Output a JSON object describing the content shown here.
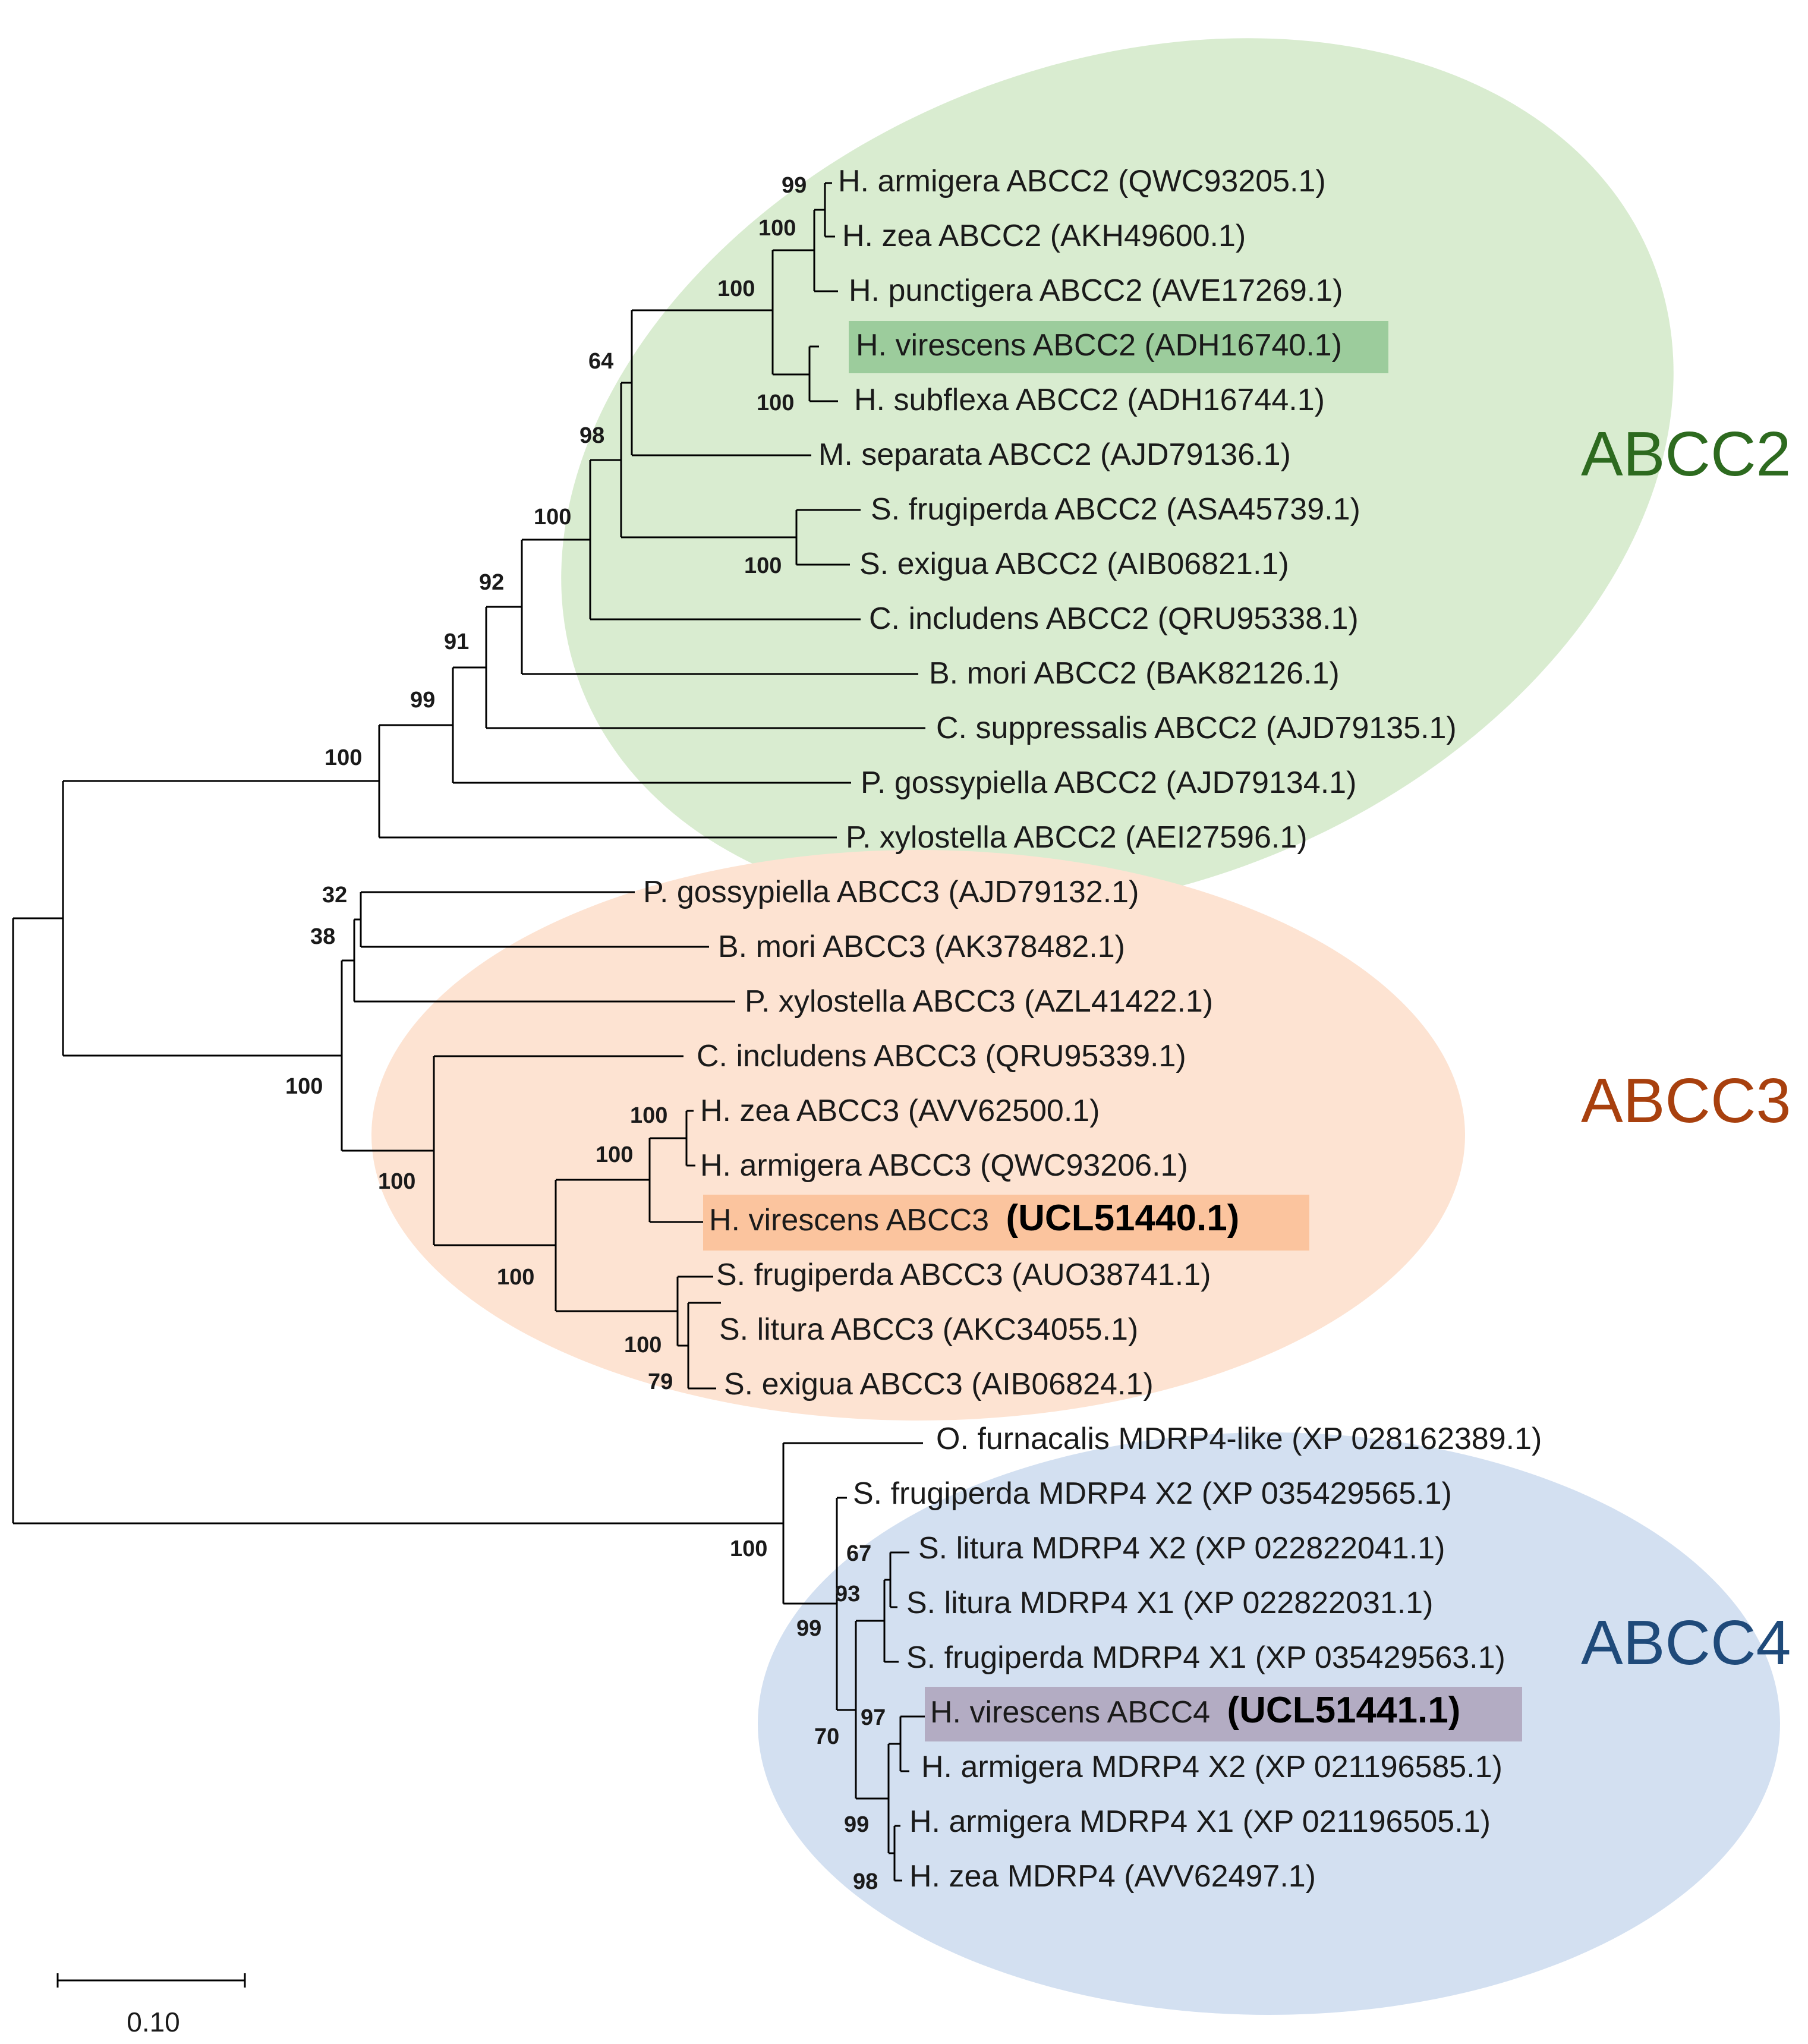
{
  "clades": {
    "abcc2": {
      "label": "ABCC2",
      "color": "#2d6a1f",
      "fill": "#d9ecd0"
    },
    "abcc3": {
      "label": "ABCC3",
      "color": "#a8400e",
      "fill": "#fde3d2"
    },
    "abcc4": {
      "label": "ABCC4",
      "color": "#1f4a7a",
      "fill": "#d3e0f1"
    }
  },
  "taxa": [
    {
      "text": "H. armigera ABCC2 (QWC93205.1)"
    },
    {
      "text": "H. zea ABCC2 (AKH49600.1)"
    },
    {
      "text": "H. punctigera ABCC2 (AVE17269.1)"
    },
    {
      "text": "H. virescens ABCC2 (ADH16740.1)",
      "highlight": "#9ccc9c"
    },
    {
      "text": "H. subflexa ABCC2 (ADH16744.1)"
    },
    {
      "text": "M. separata ABCC2 (AJD79136.1)"
    },
    {
      "text": "S. frugiperda ABCC2 (ASA45739.1)"
    },
    {
      "text": "S. exigua ABCC2 (AIB06821.1)"
    },
    {
      "text": "C. includens ABCC2 (QRU95338.1)"
    },
    {
      "text": "B. mori ABCC2 (BAK82126.1)"
    },
    {
      "text": "C. suppressalis ABCC2 (AJD79135.1)"
    },
    {
      "text": "P. gossypiella ABCC2 (AJD79134.1)"
    },
    {
      "text": "P. xylostella ABCC2 (AEI27596.1)"
    },
    {
      "text": "P. gossypiella ABCC3 (AJD79132.1)"
    },
    {
      "text": "B. mori ABCC3 (AK378482.1)"
    },
    {
      "text": "P. xylostella ABCC3 (AZL41422.1)"
    },
    {
      "text": "C. includens ABCC3 (QRU95339.1)"
    },
    {
      "text": "H. zea ABCC3 (AVV62500.1)"
    },
    {
      "text": "H. armigera ABCC3 (QWC93206.1)"
    },
    {
      "text": "H. virescens ABCC3 ",
      "bold_accession": "(UCL51440.1)",
      "highlight": "#fbc49e"
    },
    {
      "text": "S. frugiperda ABCC3 (AUO38741.1)"
    },
    {
      "text": "S. litura ABCC3 (AKC34055.1)"
    },
    {
      "text": "S. exigua ABCC3 (AIB06824.1)"
    },
    {
      "text": "O. furnacalis MDRP4-like (XP 028162389.1)"
    },
    {
      "text": "S. frugiperda MDRP4 X2 (XP 035429565.1)"
    },
    {
      "text": "S. litura MDRP4 X2 (XP 022822041.1)"
    },
    {
      "text": "S. litura MDRP4 X1 (XP 022822031.1)"
    },
    {
      "text": "S. frugiperda MDRP4 X1 (XP 035429563.1)"
    },
    {
      "text": "H. virescens ABCC4 ",
      "bold_accession": "(UCL51441.1)",
      "highlight": "#b3acc3"
    },
    {
      "text": "H. armigera MDRP4 X2 (XP 021196585.1)"
    },
    {
      "text": "H. armigera MDRP4 X1 (XP 021196505.1)"
    },
    {
      "text": "H. zea MDRP4 (AVV62497.1)"
    }
  ],
  "support_values": [
    "99",
    "100",
    "100",
    "100",
    "64",
    "98",
    "100",
    "100",
    "92",
    "91",
    "99",
    "100",
    "32",
    "38",
    "100",
    "100",
    "100",
    "100",
    "100",
    "79",
    "100",
    "100",
    "67",
    "93",
    "99",
    "97",
    "70",
    "99",
    "98"
  ],
  "scale_bar": {
    "label": "0.10"
  }
}
